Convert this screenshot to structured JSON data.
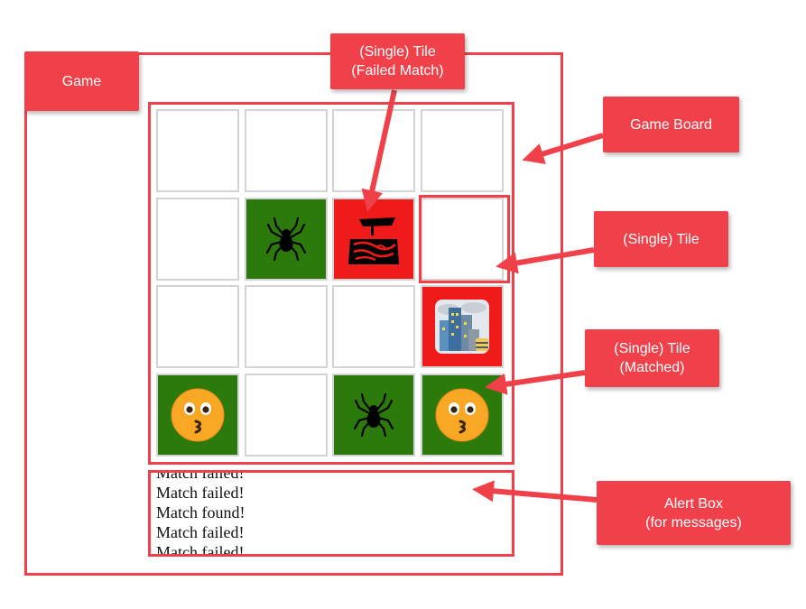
{
  "labels": {
    "game": "Game",
    "failed_tile": "(Single) Tile\n(Failed Match)",
    "game_board": "Game Board",
    "single_tile": "(Single) Tile",
    "matched_tile": "(Single) Tile\n(Matched)",
    "alert_box": "Alert Box\n(for messages)"
  },
  "board": {
    "rows": 4,
    "cols": 4,
    "tiles": [
      {
        "state": "empty",
        "icon": ""
      },
      {
        "state": "empty",
        "icon": ""
      },
      {
        "state": "empty",
        "icon": ""
      },
      {
        "state": "empty",
        "icon": ""
      },
      {
        "state": "empty",
        "icon": ""
      },
      {
        "state": "matched",
        "icon": "spider-icon"
      },
      {
        "state": "failed",
        "icon": "volcano-map-icon"
      },
      {
        "state": "empty",
        "icon": ""
      },
      {
        "state": "empty",
        "icon": ""
      },
      {
        "state": "empty",
        "icon": ""
      },
      {
        "state": "empty",
        "icon": ""
      },
      {
        "state": "failed",
        "icon": "cityscape-icon"
      },
      {
        "state": "matched",
        "icon": "kissing-face-icon"
      },
      {
        "state": "empty",
        "icon": ""
      },
      {
        "state": "matched",
        "icon": "spider-icon"
      },
      {
        "state": "matched",
        "icon": "kissing-face-icon"
      }
    ]
  },
  "alert": {
    "messages": [
      "Match failed!",
      "Match failed!",
      "Match found!",
      "Match failed!",
      "Match failed!"
    ]
  },
  "colors": {
    "annotation": "#f0414a",
    "matched": "#2b7a0b",
    "failed": "#ef1a1a",
    "tile_border": "#d4d4d4"
  }
}
